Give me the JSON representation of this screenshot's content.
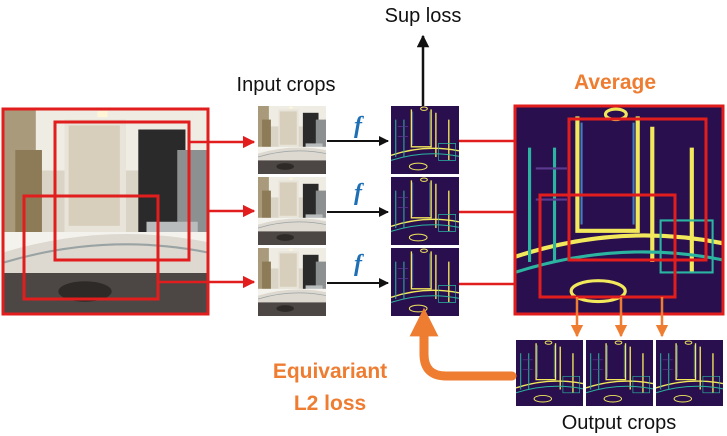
{
  "labels": {
    "sup_loss": "Sup loss",
    "input_crops": "Input crops",
    "average": "Average",
    "function_symbol": "f",
    "equivariant_line1": "Equivariant",
    "equivariant_line2": "L2 loss",
    "output_crops": "Output crops"
  },
  "colors": {
    "crop_box": "#e11d1d",
    "connector_arrow": "#e11d1d",
    "orange_accent": "#ee7d31",
    "function_blue": "#1f6fb5",
    "edge_map_bg": "#2a0f4f",
    "edge_map_line": "#f2e85b",
    "edge_map_mid": "#2bb5a0"
  }
}
